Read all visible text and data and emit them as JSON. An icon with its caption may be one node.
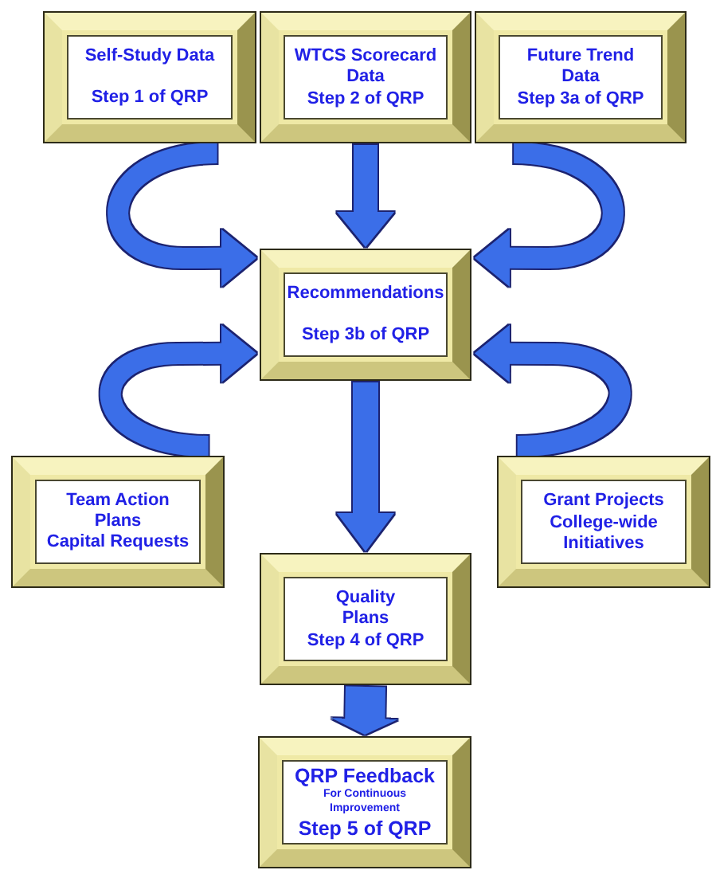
{
  "diagram": {
    "nodes": [
      {
        "text": [
          "Self-Study Data",
          "Step 1 of QRP"
        ]
      },
      {
        "text": [
          "WTCS Scorecard Data",
          "Step 2 of QRP"
        ]
      },
      {
        "text": [
          "Future Trend Data",
          "Step 3a of QRP"
        ]
      },
      {
        "text": [
          "Recommendations",
          "Step 3b of QRP"
        ]
      },
      {
        "text": [
          "Team Action Plans",
          "Capital Requests"
        ]
      },
      {
        "text": [
          "Grant Projects",
          "College-wide Initiatives"
        ]
      },
      {
        "text": [
          "Quality Plans",
          "Step 4 of QRP"
        ]
      },
      {
        "text": [
          "QRP Feedback",
          "For Continuous Improvement",
          "Step 5 of QRP"
        ]
      }
    ],
    "edges": [
      {
        "from": 0,
        "to": 3,
        "arrow": "to"
      },
      {
        "from": 1,
        "to": 3,
        "arrow": "to"
      },
      {
        "from": 2,
        "to": 3,
        "arrow": "to"
      },
      {
        "from": 4,
        "to": 3,
        "arrow": "to"
      },
      {
        "from": 5,
        "to": 3,
        "arrow": "to"
      },
      {
        "from": 3,
        "to": 6,
        "arrow": "to"
      },
      {
        "from": 6,
        "to": 7,
        "arrow": "to"
      }
    ]
  }
}
